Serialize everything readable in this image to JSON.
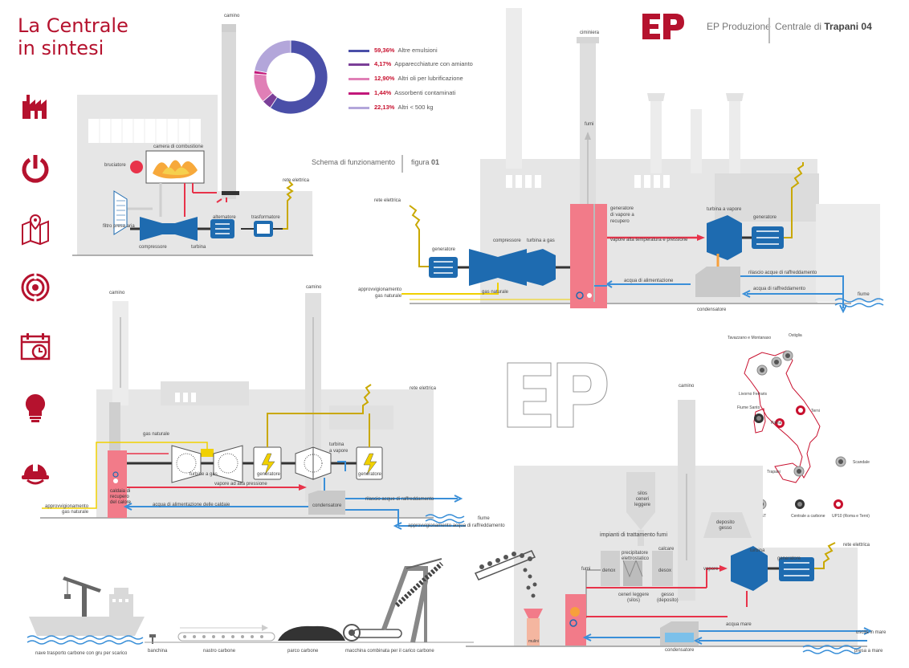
{
  "header": {
    "title_line1": "La Centrale",
    "title_line2": "in sintesi",
    "brand": "EP Produzione",
    "plant_prefix": "Centrale di",
    "plant_name": "Trapani",
    "plant_number": "04",
    "logo_text": "EP"
  },
  "colors": {
    "brand_red": "#b5122e",
    "steam_red": "#e8334a",
    "water_blue": "#3a8fd8",
    "gas_yellow": "#f0d000",
    "power_yellow": "#c9a800",
    "machine_blue": "#1e6bb0",
    "building_gray": "#e4e4e4"
  },
  "sidebar": {
    "icons": [
      "factory-icon",
      "power-icon",
      "map-pin-icon",
      "target-icon",
      "calendar-clock-icon",
      "lightbulb-icon",
      "hard-hat-icon"
    ]
  },
  "chart_data": {
    "type": "pie",
    "donut": true,
    "slices": [
      {
        "label": "Altre emulsioni",
        "value": 59.36,
        "pct_text": "59,36%",
        "color": "#4a4fa8"
      },
      {
        "label": "Apparecchiature con amianto",
        "value": 4.17,
        "pct_text": "4,17%",
        "color": "#7b3f98"
      },
      {
        "label": "Altri oli per lubrificazione",
        "value": 12.9,
        "pct_text": "12,90%",
        "color": "#e07fb6"
      },
      {
        "label": "Assorbenti contaminati",
        "value": 1.44,
        "pct_text": "1,44%",
        "color": "#c2187a"
      },
      {
        "label": "Altri < 500 kg",
        "value": 22.13,
        "pct_text": "22,13%",
        "color": "#b3a6da"
      }
    ]
  },
  "schema": {
    "title": "Schema di funzionamento",
    "figure": "figura",
    "figure_num": "01"
  },
  "diagram1": {
    "camino": "camino",
    "camera": "camera di combustione",
    "bruciatore": "bruciatore",
    "filtro": "filtro presa aria",
    "compressore": "compressore",
    "turbina": "turbina",
    "alternatore": "alternatore",
    "trasformatore": "trasformatore",
    "rete": "rete elettrica"
  },
  "diagram2": {
    "ciminiera": "ciminiera",
    "fumi": "fumi",
    "rete1": "rete elettrica",
    "generatore1": "generatore",
    "compressore": "compressore",
    "turbina_gas": "turbina a gas",
    "gvr_l1": "generatore",
    "gvr_l2": "di vapore a",
    "gvr_l3": "recupero",
    "vapore": "vapore alta temperatura e pressione",
    "turbina_vapore": "turbina a vapore",
    "generatore2": "generatore",
    "rilascio": "rilascio acque di raffreddamento",
    "acqua_raff": "acqua di raffreddamento",
    "acqua_alim": "acqua di alimentazione",
    "approv_l1": "approvvigionamento",
    "approv_l2": "gas naturale",
    "gas": "gas naturale",
    "condensatore": "condensatore",
    "fiume": "fiume"
  },
  "diagram3": {
    "camino1": "camino",
    "camino2": "camino",
    "rete": "rete elettrica",
    "gas": "gas naturale",
    "turbine_gas": "turbine a gas",
    "generatore1": "generatore",
    "turbina_vap_l1": "turbina",
    "turbina_vap_l2": "a vapore",
    "generatore2": "generatore",
    "caldaia_l1": "caldaia di",
    "caldaia_l2": "recupero",
    "caldaia_l3": "del calore",
    "vapore": "vapore ad alta pressione",
    "condensatore": "condensatore",
    "alim": "acqua di alimentazione delle caldaie",
    "rilascio": "rilascio acque di raffreddamento",
    "approv_l1": "approvvigionamento",
    "approv_l2": "gas naturale",
    "fiume": "fiume",
    "approv_acqua": "approvvigionamento acqua di raffreddamento"
  },
  "map": {
    "cities": [
      {
        "name": "Tavazzano e Montanaso"
      },
      {
        "name": "Ostiglia"
      },
      {
        "name": "Livorno Ferraris"
      },
      {
        "name": "Fiume Santo"
      },
      {
        "name": "Terni"
      },
      {
        "name": "Roma"
      },
      {
        "name": "Scandale"
      },
      {
        "name": "Trapani"
      }
    ],
    "legend": [
      "CCGT",
      "Centrale a carbone",
      "UP10 (Roma e Terni)"
    ]
  },
  "diagram4": {
    "camino": "camino",
    "silos_l1": "silos",
    "silos_l2": "ceneri",
    "silos_l3": "leggere",
    "impianti": "impianti di trattamento fumi",
    "deposito_l1": "deposito",
    "deposito_l2": "gesso",
    "fumi": "fumi",
    "denox": "denox",
    "precip_l1": "precipitatore",
    "precip_l2": "elettrostatico",
    "calcare": "calcare",
    "desox": "desox",
    "ceneri_l1": "ceneri leggere",
    "ceneri_l2": "(silos)",
    "gesso_l1": "gesso",
    "gesso_l2": "(deposito)",
    "vapore": "vapore",
    "turbina": "turbina",
    "generatore": "generatore",
    "rete": "rete elettrica",
    "mulini": "mulini",
    "acqua_mare": "acqua mare",
    "condensatore": "condensatore",
    "uscita": "uscita in mare",
    "presa": "presa a mare"
  },
  "coal": {
    "nave": "nave trasporto carbone con gru per scarico",
    "banchina": "banchina",
    "nastro": "nastro carbone",
    "parco": "parco carbone",
    "macchina": "macchina combinata per il carico carbone"
  }
}
